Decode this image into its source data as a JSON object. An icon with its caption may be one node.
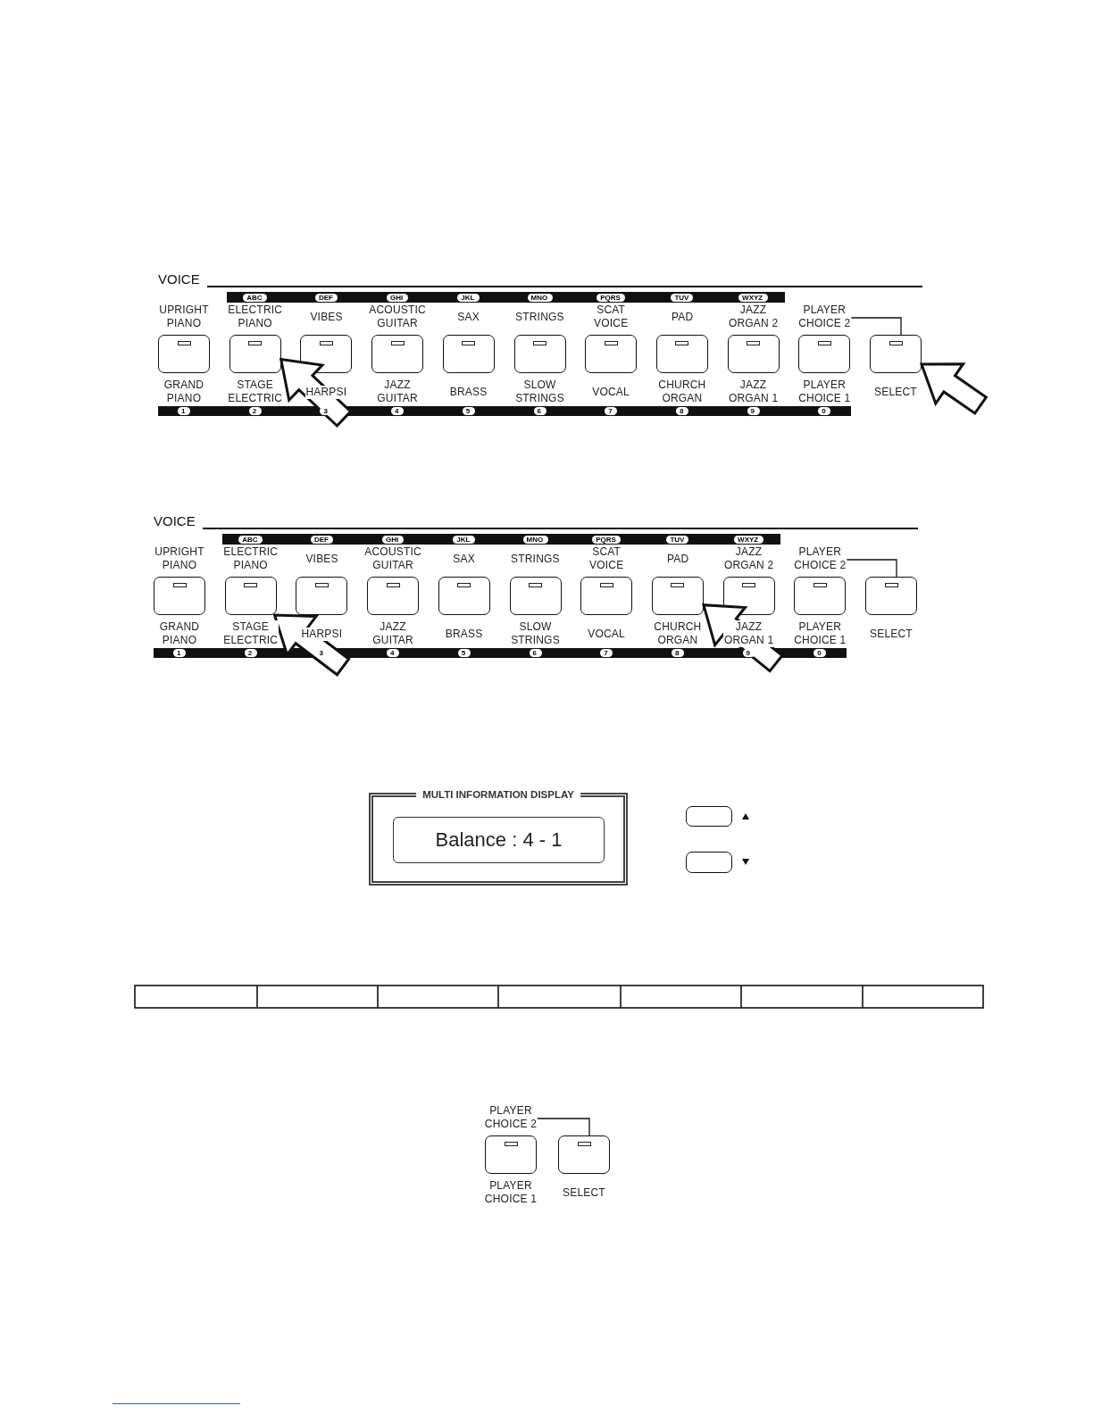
{
  "diagram": {
    "nodes": [
      {
        "text": [
          "UPRIGHT PIANO"
        ]
      },
      {
        "text": [
          "ELECTRIC PIANO"
        ]
      },
      {
        "text": [
          "VIBES"
        ]
      },
      {
        "text": [
          "ACOUSTIC GUITAR"
        ]
      },
      {
        "text": [
          "SAX"
        ]
      },
      {
        "text": [
          "STRINGS"
        ]
      },
      {
        "text": [
          "SCAT VOICE"
        ]
      },
      {
        "text": [
          "PAD"
        ]
      },
      {
        "text": [
          "JAZZ ORGAN 2"
        ]
      },
      {
        "text": [
          "PLAYER CHOICE 2"
        ]
      },
      {
        "text": [],
        "shape": "box"
      },
      {
        "text": [],
        "shape": "box"
      },
      {
        "text": [],
        "shape": "box"
      },
      {
        "text": [],
        "shape": "box"
      },
      {
        "text": [],
        "shape": "box"
      },
      {
        "text": [],
        "shape": "box"
      },
      {
        "text": [],
        "shape": "box"
      },
      {
        "text": [],
        "shape": "box"
      },
      {
        "text": [],
        "shape": "box"
      },
      {
        "text": [],
        "shape": "box"
      },
      {
        "text": [],
        "shape": "box"
      },
      {
        "text": [
          "GRAND PIANO"
        ]
      },
      {
        "text": [
          "STAGE ELECTRIC"
        ]
      },
      {
        "text": [
          "HARPSI"
        ]
      },
      {
        "text": [
          "JAZZ GUITAR"
        ]
      },
      {
        "text": [
          "BRASS"
        ]
      },
      {
        "text": [
          "SLOW STRINGS"
        ]
      },
      {
        "text": [
          "VOCAL"
        ]
      },
      {
        "text": [
          "CHURCH ORGAN"
        ]
      },
      {
        "text": [
          "JAZZ ORGAN 1"
        ]
      },
      {
        "text": [
          "PLAYER CHOICE 1"
        ]
      },
      {
        "text": [
          "SELECT"
        ]
      },
      {
        "text": [
          "UPRIGHT PIANO"
        ]
      },
      {
        "text": [
          "ELECTRIC PIANO"
        ]
      },
      {
        "text": [
          "VIBES"
        ]
      },
      {
        "text": [
          "ACOUSTIC GUITAR"
        ]
      },
      {
        "text": [
          "SAX"
        ]
      },
      {
        "text": [
          "STRINGS"
        ]
      },
      {
        "text": [
          "SCAT VOICE"
        ]
      },
      {
        "text": [
          "PAD"
        ]
      },
      {
        "text": [
          "JAZZ ORGAN 2"
        ]
      },
      {
        "text": [
          "PLAYER CHOICE 2"
        ]
      },
      {
        "text": [],
        "shape": "box"
      },
      {
        "text": [],
        "shape": "box"
      },
      {
        "text": [],
        "shape": "box"
      },
      {
        "text": [],
        "shape": "box"
      },
      {
        "text": [],
        "shape": "box"
      },
      {
        "text": [],
        "shape": "box"
      },
      {
        "text": [],
        "shape": "box"
      },
      {
        "text": [],
        "shape": "box"
      },
      {
        "text": [],
        "shape": "box"
      },
      {
        "text": [],
        "shape": "box"
      },
      {
        "text": [],
        "shape": "box"
      },
      {
        "text": [
          "GRAND PIANO"
        ]
      },
      {
        "text": [
          "STAGE ELECTRIC"
        ]
      },
      {
        "text": [
          "HARPSI"
        ]
      },
      {
        "text": [
          "JAZZ GUITAR"
        ]
      },
      {
        "text": [
          "BRASS"
        ]
      },
      {
        "text": [
          "SLOW STRINGS"
        ]
      },
      {
        "text": [
          "VOCAL"
        ]
      },
      {
        "text": [
          "CHURCH ORGAN"
        ]
      },
      {
        "text": [
          "JAZZ ORGAN 1"
        ]
      },
      {
        "text": [
          "PLAYER CHOICE 1"
        ]
      },
      {
        "text": [
          "SELECT"
        ]
      },
      {
        "text": [
          "MULTI INFORMATION DISPLAY"
        ]
      },
      {
        "text": [
          "Balance : 4 - 1"
        ],
        "in": 64
      },
      {
        "text": [],
        "shape": "box"
      },
      {
        "text": [],
        "shape": "box"
      },
      {
        "text": [
          "PLAYER CHOICE 2"
        ]
      },
      {
        "text": [],
        "shape": "box"
      },
      {
        "text": [],
        "shape": "box"
      },
      {
        "text": [
          "PLAYER CHOICE 1"
        ]
      },
      {
        "text": [
          "SELECT"
        ]
      }
    ],
    "edges": [
      {
        "from": null,
        "to": 11,
        "arrow": "to",
        "style": "thick"
      },
      {
        "from": null,
        "to": 20,
        "arrow": "to",
        "style": "thick"
      },
      {
        "from": 9,
        "to": 20,
        "arrow": "none"
      },
      {
        "from": null,
        "to": 43,
        "arrow": "to",
        "style": "thick"
      },
      {
        "from": null,
        "to": 49,
        "arrow": "to",
        "style": "thick"
      },
      {
        "from": 41,
        "to": 52,
        "arrow": "none"
      },
      {
        "from": 68,
        "to": 70,
        "arrow": "none"
      }
    ],
    "labels": [
      "VOICE",
      "ABC",
      "DEF",
      "GHI",
      "JKL",
      "MNO",
      "PQRS",
      "TUV",
      "WXYZ",
      "1",
      "2",
      "3",
      "4",
      "5",
      "6",
      "7",
      "8",
      "9",
      "0",
      "VOICE",
      "ABC",
      "DEF",
      "GHI",
      "JKL",
      "MNO",
      "PQRS",
      "TUV",
      "WXYZ",
      "1",
      "2",
      "3",
      "4",
      "5",
      "6",
      "7",
      "8",
      "9",
      "0"
    ]
  }
}
